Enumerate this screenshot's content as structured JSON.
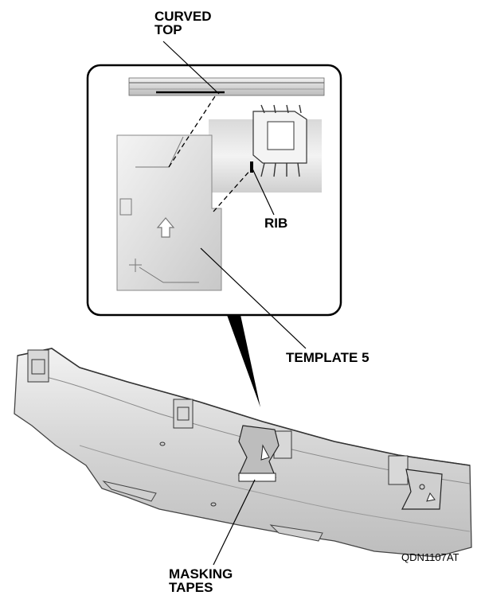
{
  "labels": {
    "curved_top_line1": "CURVED",
    "curved_top_line2": "TOP",
    "rib": "RIB",
    "template": "TEMPLATE 5",
    "masking_line1": "MASKING",
    "masking_line2": "TAPES"
  },
  "figure_code": "QDN1107AT"
}
